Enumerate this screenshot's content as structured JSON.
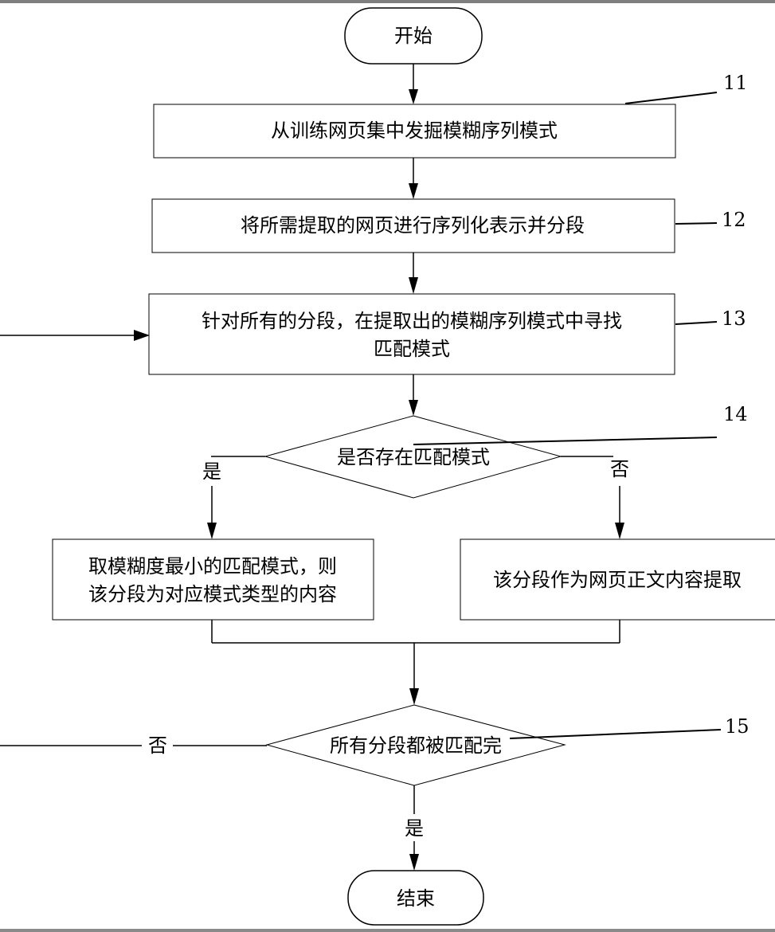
{
  "diagram": {
    "nodes": {
      "start": "开始",
      "step11": "从训练网页集中发掘模糊序列模式",
      "step12": "将所需提取的网页进行序列化表示并分段",
      "step13_line1": "针对所有的分段，在提取出的模糊序列模式中寻找",
      "step13_line2": "匹配模式",
      "decision14": "是否存在匹配模式",
      "yes_box_line1": "取模糊度最小的匹配模式，则",
      "yes_box_line2": "该分段为对应模式类型的内容",
      "no_box": "该分段作为网页正文内容提取",
      "decision15": "所有分段都被匹配完",
      "end": "结束"
    },
    "edge_labels": {
      "d14_yes": "是",
      "d14_no": "否",
      "d15_no": "否",
      "d15_yes": "是"
    },
    "reference_numbers": {
      "r11": "11",
      "r12": "12",
      "r13": "13",
      "r14": "14",
      "r15": "15"
    }
  }
}
